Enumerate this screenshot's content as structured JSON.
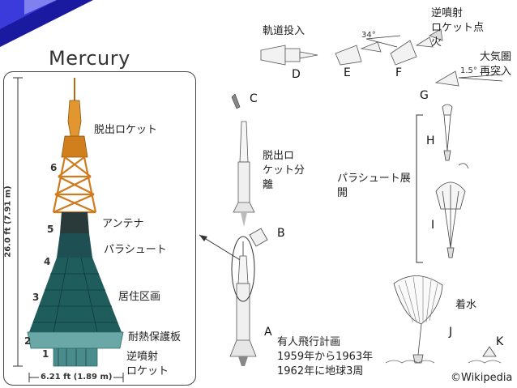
{
  "title": "Mercury",
  "labels": {
    "escape_rocket": "脱出ロケット",
    "antenna": "アンテナ",
    "parachute": "パラシュート",
    "living_area": "居住区画",
    "heat_shield": "耐熱保護板",
    "retro_rocket": "逆噴射\nロケット",
    "orbit_insertion": "軌道投入",
    "retro_fire": "逆噴射\nロケット点\n火",
    "reentry": "大気圏\n再突入",
    "escape_separation": "脱出ロ\nケット分\n離",
    "parachute_deploy": "パラシュート展\n開",
    "splashdown": "着水"
  },
  "step_letters": [
    "A",
    "B",
    "C",
    "D",
    "E",
    "F",
    "G",
    "H",
    "I",
    "J",
    "K"
  ],
  "angles": {
    "e_angle": "34°",
    "g_angle": "1.5°"
  },
  "dimensions": {
    "height": "26.0 ft (7.91 m)",
    "width": "6.21 ft (1.89 m)"
  },
  "section_numbers": [
    "1",
    "2",
    "3",
    "4",
    "5",
    "6"
  ],
  "program_info": "有人飛行計画\n1959年から1963年\n1962年に地球3周",
  "credit": "©Wikipedia",
  "colors": {
    "capsule": "#1f5c5c",
    "tower": "#d98a2b",
    "accent_blue": "#1a1aa0"
  }
}
